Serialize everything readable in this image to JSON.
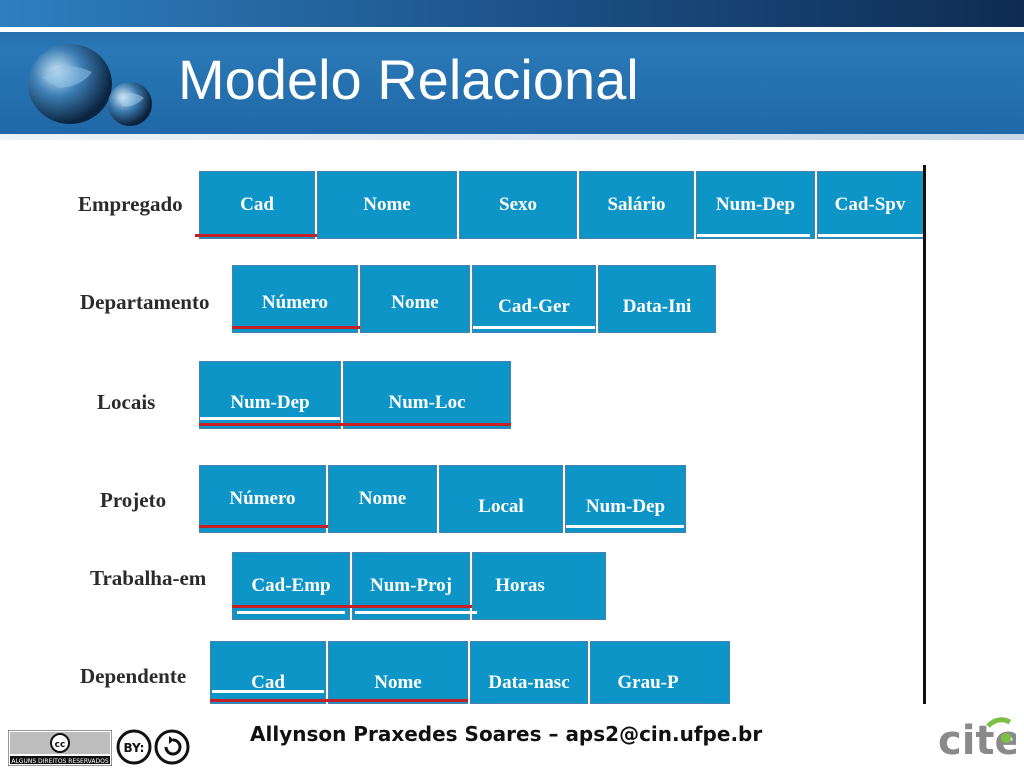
{
  "header": {
    "title": "Modelo Relacional"
  },
  "tables": [
    {
      "name": "Empregado",
      "columns": [
        "Cad",
        "Nome",
        "Sexo",
        "Salário",
        "Num-Dep",
        "Cad-Spv"
      ]
    },
    {
      "name": "Departamento",
      "columns": [
        "Número",
        "Nome",
        "Cad-Ger",
        "Data-Ini"
      ]
    },
    {
      "name": "Locais",
      "columns": [
        "Num-Dep",
        "Num-Loc"
      ]
    },
    {
      "name": "Projeto",
      "columns": [
        "Número",
        "Nome",
        "Local",
        "Num-Dep"
      ]
    },
    {
      "name": "Trabalha-em",
      "columns": [
        "Cad-Emp",
        "Num-Proj",
        "Horas"
      ]
    },
    {
      "name": "Dependente",
      "columns": [
        "Cad",
        "Nome",
        "Data-nasc",
        "Grau-P"
      ]
    }
  ],
  "footer": {
    "author": "Allynson Praxedes Soares – aps2@cin.ufpe.br",
    "cc_text": "ALGUNS DIREITOS RESERVADOS",
    "logo_text": "cite"
  },
  "colors": {
    "header_blue": "#2a78b6",
    "cell_blue": "#0d95c8",
    "primary_key_line": "#c62026",
    "foreign_key_line": "#ffffff"
  },
  "icons": {
    "logo": "globe-logo-icon",
    "cc": "creative-commons-icon",
    "by": "attribution-icon",
    "cite": "cite-logo-icon"
  }
}
